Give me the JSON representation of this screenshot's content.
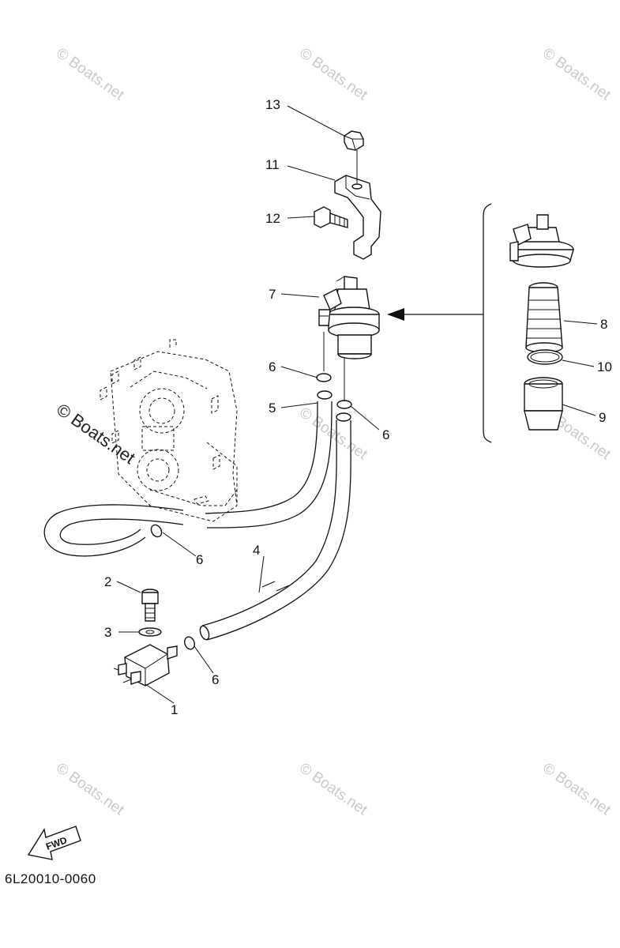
{
  "watermarks": {
    "text": "© Boats.net"
  },
  "callouts": {
    "c1": "1",
    "c2": "2",
    "c3": "3",
    "c4": "4",
    "c5": "5",
    "c6a": "6",
    "c6b": "6",
    "c6c": "6",
    "c6d": "6",
    "c7": "7",
    "c8": "8",
    "c9": "9",
    "c10": "10",
    "c11": "11",
    "c12": "12",
    "c13": "13"
  },
  "fwd_label": "FWD",
  "diagram_code": "6L20010-0060"
}
